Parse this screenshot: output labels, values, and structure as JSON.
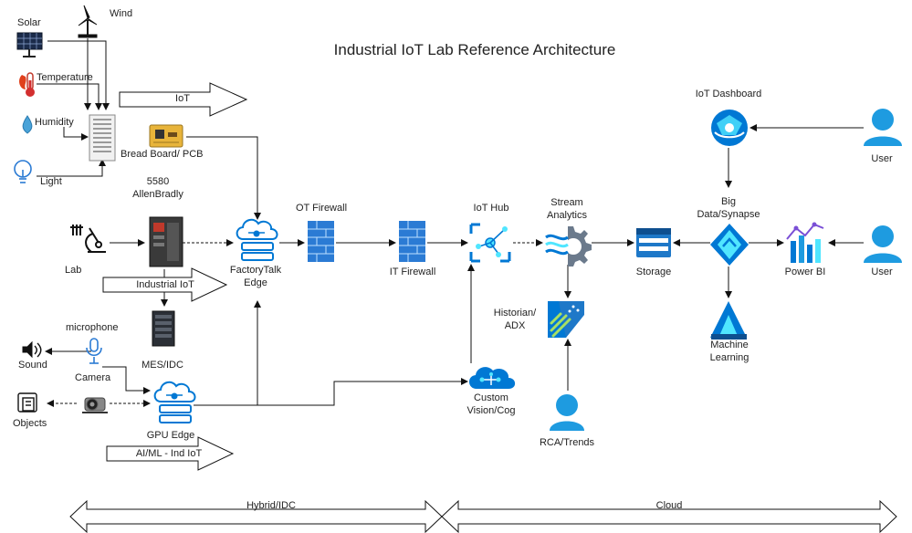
{
  "title": "Industrial IoT Lab Reference Architecture",
  "nodes": {
    "solar": "Solar",
    "wind": "Wind",
    "temperature": "Temperature",
    "humidity": "Humidity",
    "light": "Light",
    "breadboard": "Bread Board/ PCB",
    "plc_line1": "5580",
    "plc_line2": "AllenBradly",
    "lab": "Lab",
    "mes": "MES/IDC",
    "microphone": "microphone",
    "sound": "Sound",
    "camera": "Camera",
    "objects": "Objects",
    "gpu_edge": "GPU Edge",
    "factorytalk_line1": "FactoryTalk",
    "factorytalk_line2": "Edge",
    "ot_firewall": "OT Firewall",
    "it_firewall": "IT Firewall",
    "iot_hub": "IoT Hub",
    "stream_line1": "Stream",
    "stream_line2": "Analytics",
    "custom_vision_line1": "Custom",
    "custom_vision_line2": "Vision/Cog",
    "historian_line1": "Historian/",
    "historian_line2": "ADX",
    "rca": "RCA/Trends",
    "storage": "Storage",
    "iot_dashboard": "IoT Dashboard",
    "big_data_line1": "Big",
    "big_data_line2": "Data/Synapse",
    "power_bi": "Power BI",
    "ml_line1": "Machine",
    "ml_line2": "Learning",
    "user_top": "User",
    "user_mid": "User"
  },
  "arrows": {
    "iot": "IoT",
    "industrial_iot": "Industrial IoT",
    "aiml": "AI/ML - Ind IoT"
  },
  "zones": {
    "hybrid": "Hybrid/IDC",
    "cloud": "Cloud"
  },
  "colors": {
    "azure_blue": "#0078D4",
    "light_blue": "#50E6FF",
    "user_blue": "#1E9BE0",
    "firewall_blue": "#2B7BD4",
    "powerbi_purple": "#7A4FD6",
    "storage_blue": "#1E78C8"
  }
}
